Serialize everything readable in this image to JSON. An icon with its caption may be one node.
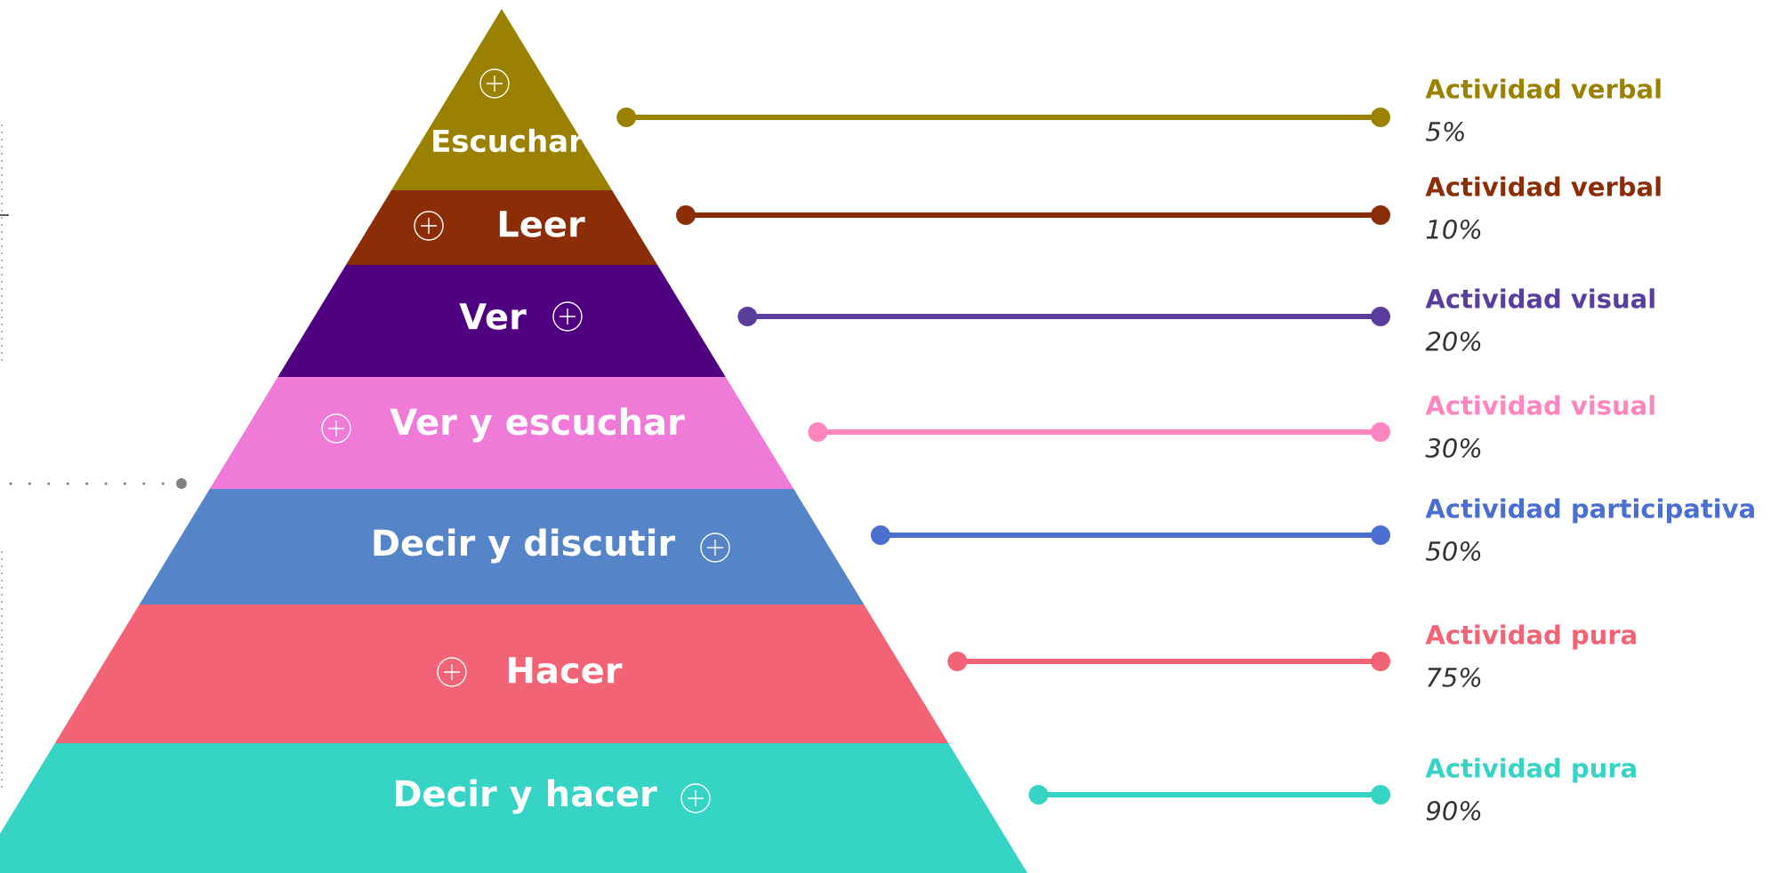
{
  "diagram": {
    "nodes": [
      {
        "text": [
          "Escuchar"
        ]
      },
      {
        "text": [
          "Leer"
        ]
      },
      {
        "text": [
          "Ver"
        ]
      },
      {
        "text": [
          "Ver y escuchar"
        ]
      },
      {
        "text": [
          "Decir y discutir"
        ]
      },
      {
        "text": [
          "Hacer"
        ]
      },
      {
        "text": [
          "Decir y hacer"
        ]
      },
      {
        "text": [
          "Actividad verbal",
          "5%"
        ]
      },
      {
        "text": [
          "Actividad verbal",
          "10%"
        ]
      },
      {
        "text": [
          "Actividad visual",
          "20%"
        ]
      },
      {
        "text": [
          "Actividad visual",
          "30%"
        ]
      },
      {
        "text": [
          "Actividad participativa",
          "50%"
        ]
      },
      {
        "text": [
          "Actividad pura",
          "75%"
        ]
      },
      {
        "text": [
          "Actividad pura",
          "90%"
        ]
      }
    ],
    "edges": [
      {
        "from": 0,
        "to": 7,
        "arrow": "other",
        "color": "#9a8200"
      },
      {
        "from": 1,
        "to": 8,
        "arrow": "other",
        "color": "#8b2e08"
      },
      {
        "from": 2,
        "to": 9,
        "arrow": "other",
        "color": "#5a3e9e"
      },
      {
        "from": 3,
        "to": 10,
        "arrow": "other",
        "color": "#ff85c0"
      },
      {
        "from": 4,
        "to": 11,
        "arrow": "other",
        "color": "#4a6fd0"
      },
      {
        "from": 5,
        "to": 12,
        "arrow": "other",
        "color": "#f26375"
      },
      {
        "from": 6,
        "to": 13,
        "arrow": "other",
        "color": "#36d4c4"
      }
    ]
  }
}
